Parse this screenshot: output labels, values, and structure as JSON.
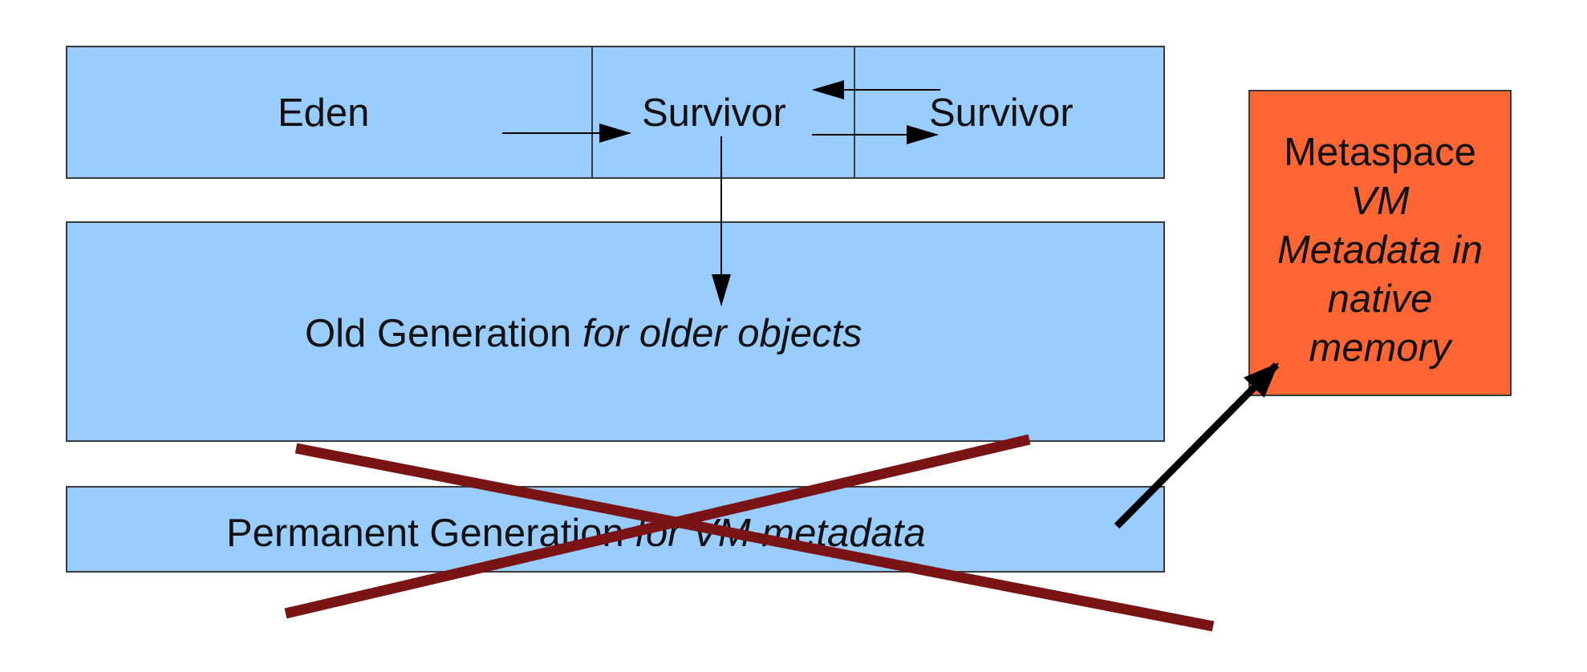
{
  "young_gen": {
    "eden_label": "Eden",
    "survivor_1_label": "Survivor",
    "survivor_2_label": "Survivor"
  },
  "old_gen": {
    "label": "Old Generation",
    "label_italic": "for older objects"
  },
  "perm_gen": {
    "label": "Permanent Generation",
    "label_italic": "for VM metadata",
    "status": "removed"
  },
  "metaspace": {
    "title": "Metaspace",
    "subtitle_lines": [
      "VM",
      "Metadata in",
      "native",
      "memory"
    ]
  },
  "colors": {
    "heap_fill": "#99ccff",
    "metaspace_fill": "#ff6633",
    "cross_out": "#7a1414",
    "arrow": "#000000"
  }
}
